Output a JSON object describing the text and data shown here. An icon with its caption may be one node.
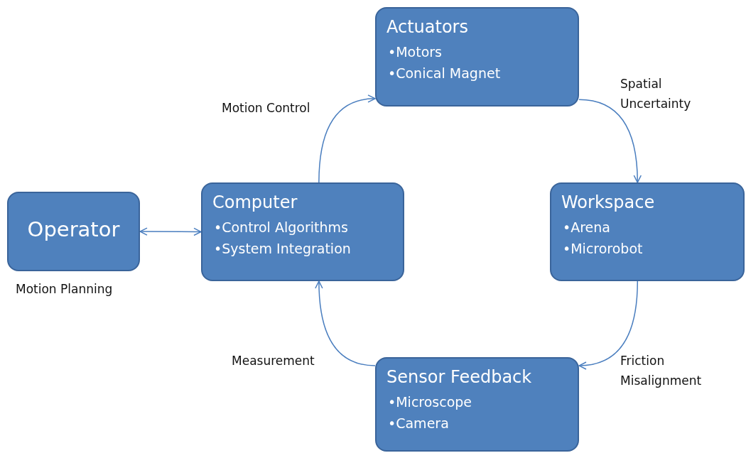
{
  "diagram": {
    "nodes": [
      {
        "text": [
          "Operator"
        ],
        "beside": [
          "Motion Planning"
        ]
      },
      {
        "text": [
          "Computer",
          "•Control Algorithms",
          "•System Integration"
        ]
      },
      {
        "text": [
          "Actuators",
          "•Motors",
          "•Conical Magnet"
        ]
      },
      {
        "text": [
          "Workspace",
          "•Arena",
          "•Microrobot"
        ]
      },
      {
        "text": [
          "Sensor Feedback",
          "•Microscope",
          "•Camera"
        ]
      }
    ],
    "edges": [
      {
        "from": 0,
        "to": 1,
        "arrow": "both"
      },
      {
        "from": 1,
        "to": 2,
        "arrow": "to",
        "label": "Motion Control"
      },
      {
        "from": 2,
        "to": 3,
        "arrow": "to",
        "label": "Spatial Uncertainty"
      },
      {
        "from": 3,
        "to": 4,
        "arrow": "to",
        "label": "Friction Misalignment"
      },
      {
        "from": 4,
        "to": 1,
        "arrow": "to",
        "label": "Measurement"
      }
    ]
  }
}
